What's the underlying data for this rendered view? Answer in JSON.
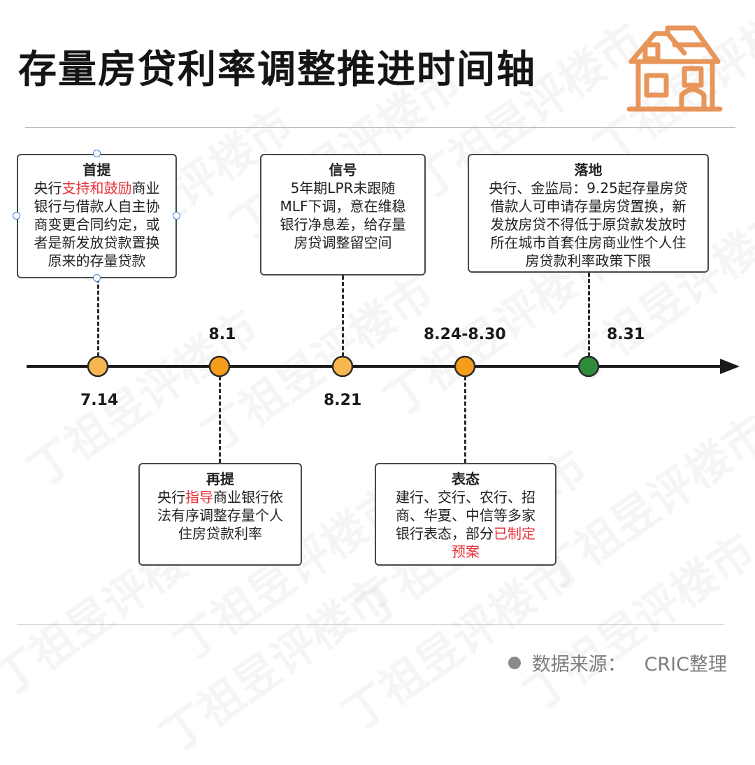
{
  "title": "存量房贷利率调整推进时间轴",
  "colors": {
    "accent_orange": "#f5a623",
    "milestone_green": "#2e8b3a",
    "highlight_red": "#e8303a",
    "house_icon": "#e8955a"
  },
  "icons": {
    "header": "house-icon",
    "source_bullet": "bullet-dot-icon"
  },
  "timeline": [
    {
      "date": "7.14",
      "color": "#f7b650",
      "box": {
        "head": "首提",
        "lines": [
          [
            {
              "t": "央行"
            },
            {
              "t": "支持和鼓励",
              "hl": true
            },
            {
              "t": "商业"
            }
          ],
          [
            {
              "t": "银行与借款人自主协"
            }
          ],
          [
            {
              "t": "商变更合同约定，或"
            }
          ],
          [
            {
              "t": "者是新发放贷款置换"
            }
          ],
          [
            {
              "t": "原来的存量贷款"
            }
          ]
        ]
      }
    },
    {
      "date": "8.1",
      "color": "#f59c1a",
      "box": {
        "head": "再提",
        "lines": [
          [
            {
              "t": "央行"
            },
            {
              "t": "指导",
              "hl": true
            },
            {
              "t": "商业银行依"
            }
          ],
          [
            {
              "t": "法有序调整存量个人"
            }
          ],
          [
            {
              "t": "住房贷款利率"
            }
          ]
        ]
      }
    },
    {
      "date": "8.21",
      "color": "#f7b650",
      "box": {
        "head": "信号",
        "lines": [
          [
            {
              "t": "5年期LPR未跟随"
            }
          ],
          [
            {
              "t": "MLF下调，意在维稳"
            }
          ],
          [
            {
              "t": "银行净息差，给存量"
            }
          ],
          [
            {
              "t": "房贷调整留空间"
            }
          ]
        ]
      }
    },
    {
      "date": "8.24-8.30",
      "color": "#f59c1a",
      "box": {
        "head": "表态",
        "lines": [
          [
            {
              "t": "建行、交行、农行、招"
            }
          ],
          [
            {
              "t": "商、华夏、中信等多家"
            }
          ],
          [
            {
              "t": "银行表态，部分"
            },
            {
              "t": "已制定",
              "hl": true
            }
          ],
          [
            {
              "t": "预案",
              "hl": true
            }
          ]
        ]
      }
    },
    {
      "date": "8.31",
      "color": "#2e8b3a",
      "box": {
        "head": "落地",
        "lines": [
          [
            {
              "t": "央行、金监局：9.25起存量房贷"
            }
          ],
          [
            {
              "t": "借款人可申请存量房贷置换，新"
            }
          ],
          [
            {
              "t": "发放房贷不得低于原贷款发放时"
            }
          ],
          [
            {
              "t": "所在城市首套住房商业性个人住"
            }
          ],
          [
            {
              "t": "房贷款利率政策下限"
            }
          ]
        ]
      }
    }
  ],
  "source": {
    "label": "数据来源：",
    "value": "CRIC整理"
  },
  "watermark": "丁祖昱评楼市"
}
